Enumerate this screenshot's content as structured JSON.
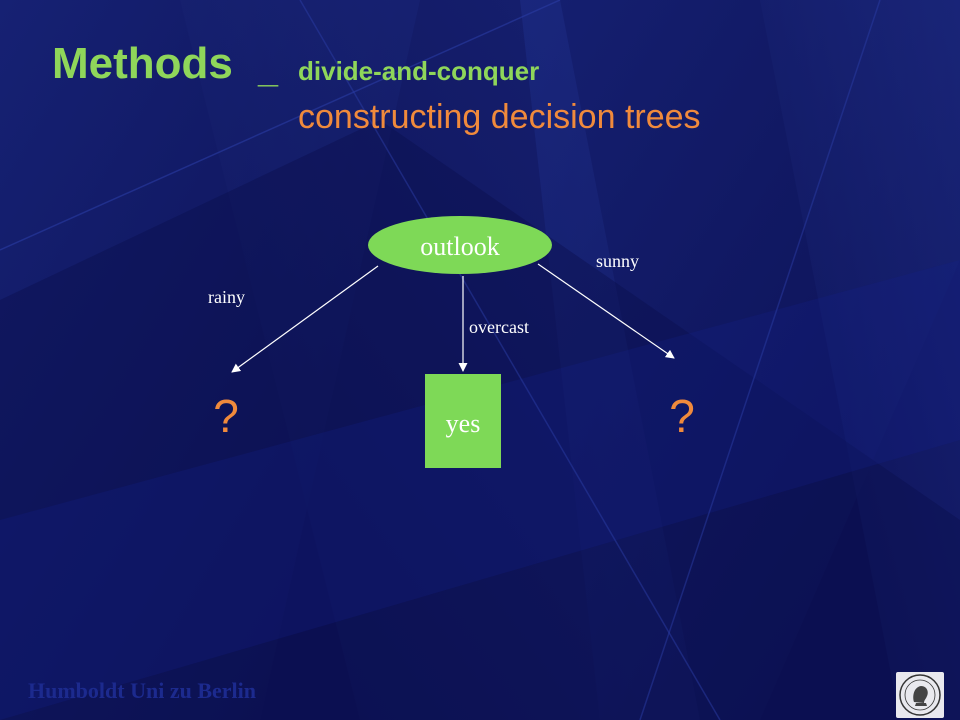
{
  "slide": {
    "title_main": "Methods",
    "title_separator": "_",
    "title_sub": "divide-and-conquer",
    "title_line2": "constructing decision trees"
  },
  "tree": {
    "root": {
      "label": "outlook"
    },
    "branches": [
      {
        "edge_label": "rainy",
        "child_label": "?",
        "child_kind": "unknown"
      },
      {
        "edge_label": "overcast",
        "child_label": "yes",
        "child_kind": "leaf"
      },
      {
        "edge_label": "sunny",
        "child_label": "?",
        "child_kind": "unknown"
      }
    ]
  },
  "footer": {
    "institution": "Humboldt Uni zu Berlin",
    "seal_icon": "university-seal-icon"
  },
  "colors": {
    "background": "#0d1157",
    "title_green": "#8fd65a",
    "title_orange": "#f08a3c",
    "node_green": "#7ed957",
    "question_orange": "#f08a3c",
    "footer_blue": "#1c2a8e"
  }
}
